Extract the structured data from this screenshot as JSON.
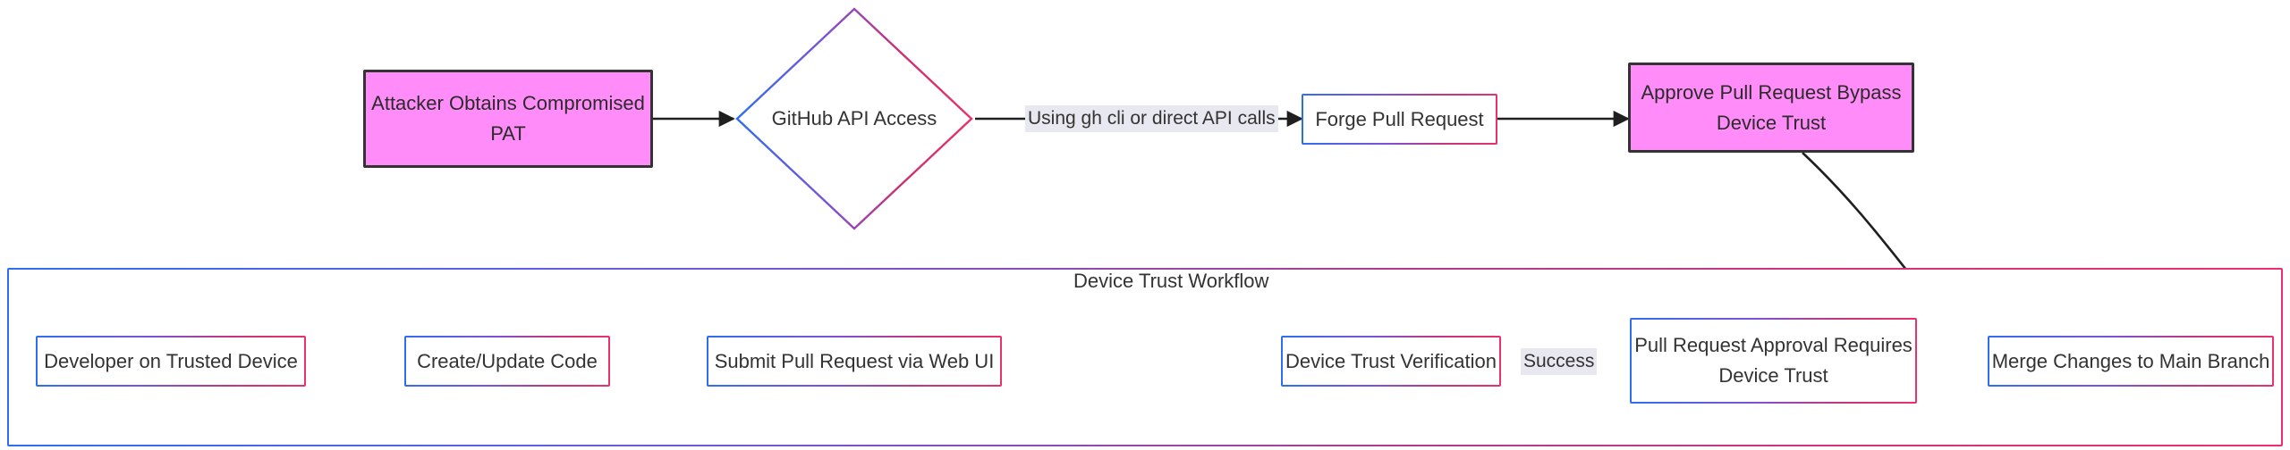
{
  "diagram": {
    "type": "flowchart",
    "direction": "left-to-right",
    "title": "Device Trust Workflow",
    "background": "#ffffff",
    "colors": {
      "node_border_gradient_start": "#2f6fee",
      "node_border_gradient_end": "#e8326a",
      "attack_node_fill": "#ff8cf8",
      "attack_node_border": "#333333",
      "edge_stroke": "#1f1f1f",
      "edge_label_bg": "#e8e8f0",
      "text": "#333333"
    }
  },
  "cluster": {
    "label": "Device Trust Workflow",
    "name": "device-trust-workflow"
  },
  "nodes": {
    "attacker_pat": {
      "label": "Attacker Obtains Compromised PAT",
      "style": "attack"
    },
    "github_api": {
      "label": "GitHub API Access",
      "style": "decision"
    },
    "forge_pr": {
      "label": "Forge Pull Request",
      "style": "process"
    },
    "approve_bypass": {
      "label": "Approve Pull Request Bypass Device Trust",
      "style": "attack"
    },
    "developer": {
      "label": "Developer on Trusted Device",
      "style": "process"
    },
    "create_code": {
      "label": "Create/Update Code",
      "style": "process"
    },
    "submit_pr": {
      "label": "Submit Pull Request via Web UI",
      "style": "process"
    },
    "verify": {
      "label": "Device Trust Verification",
      "style": "process"
    },
    "approval": {
      "label": "Pull Request Approval Requires Device Trust",
      "style": "process"
    },
    "merge": {
      "label": "Merge Changes to Main Branch",
      "style": "process"
    }
  },
  "edges": [
    {
      "from": "attacker_pat",
      "to": "github_api",
      "label": ""
    },
    {
      "from": "github_api",
      "to": "forge_pr",
      "label": "Using gh cli or direct API calls"
    },
    {
      "from": "forge_pr",
      "to": "approve_bypass",
      "label": ""
    },
    {
      "from": "approve_bypass",
      "to": "merge",
      "label": ""
    },
    {
      "from": "developer",
      "to": "create_code",
      "label": ""
    },
    {
      "from": "create_code",
      "to": "submit_pr",
      "label": ""
    },
    {
      "from": "submit_pr",
      "to": "verify",
      "label": ""
    },
    {
      "from": "verify",
      "to": "approval",
      "label": "Success"
    },
    {
      "from": "approval",
      "to": "merge",
      "label": ""
    }
  ],
  "edge_labels": {
    "api_calls": "Using gh cli or direct API calls",
    "success": "Success"
  }
}
